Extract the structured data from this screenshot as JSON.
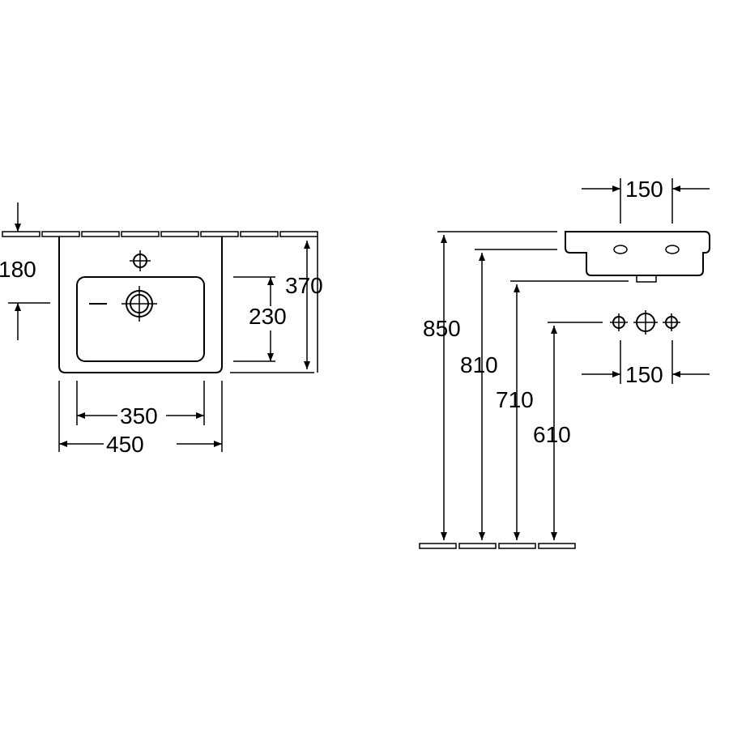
{
  "plan_view": {
    "dim_depth_outlet": "180",
    "dim_depth_total": "370",
    "dim_depth_bowl": "230",
    "dim_width_bowl": "350",
    "dim_width_total": "450"
  },
  "side_view": {
    "dim_tap_spacing_top": "150",
    "dim_height_rim": "850",
    "dim_height_underside": "810",
    "dim_height_outlet": "710",
    "dim_height_supply": "610",
    "dim_supply_spacing": "150"
  }
}
